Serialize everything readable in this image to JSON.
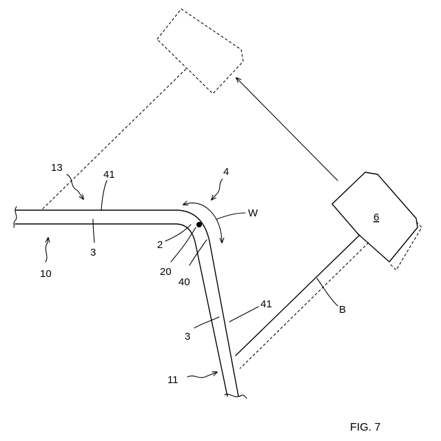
{
  "figure": {
    "caption": "FIG. 7",
    "labels": {
      "l13": "13",
      "l41a": "41",
      "l4": "4",
      "lW": "W",
      "l6": "6",
      "l3a": "3",
      "l10": "10",
      "l2": "2",
      "l20": "20",
      "l40": "40",
      "l41b": "41",
      "lB": "B",
      "l3b": "3",
      "l11": "11"
    }
  }
}
